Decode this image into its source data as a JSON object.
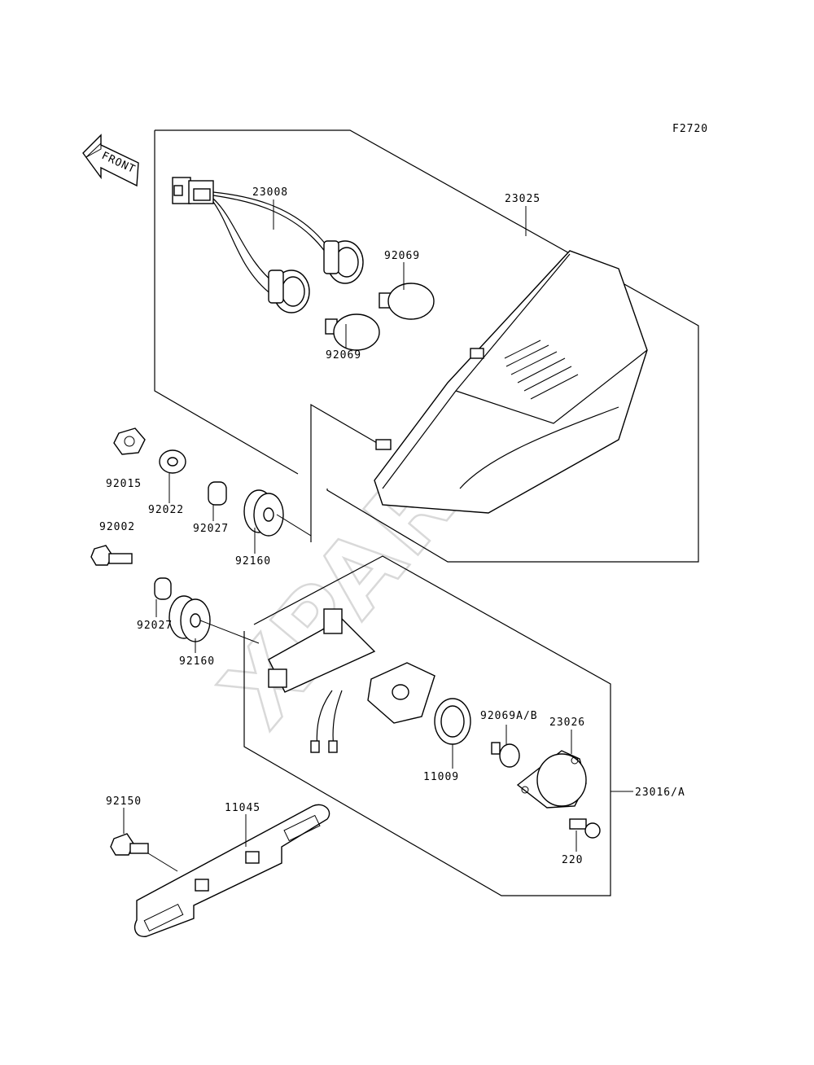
{
  "diagram_code": "F2720",
  "direction_label": "FRONT",
  "watermark": "XPARTS",
  "labels": {
    "l23008": "23008",
    "l23025": "23025",
    "l92069_top": "92069",
    "l92069_mid": "92069",
    "l92015": "92015",
    "l92022": "92022",
    "l92027_a": "92027",
    "l92160_a": "92160",
    "l92002": "92002",
    "l92027_b": "92027",
    "l92160_b": "92160",
    "l92069ab": "92069A/B",
    "l23026": "23026",
    "l11009": "11009",
    "l23016a": "23016/A",
    "l220": "220",
    "l92150": "92150",
    "l11045": "11045"
  }
}
